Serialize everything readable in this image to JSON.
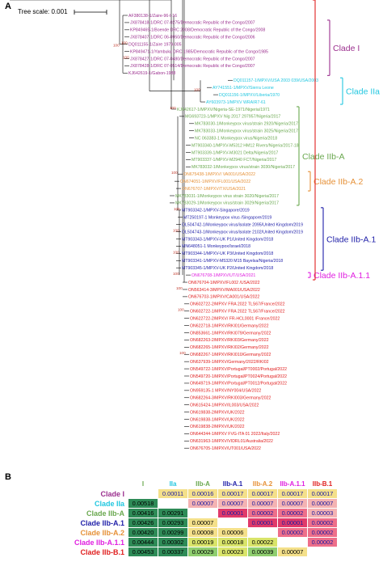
{
  "panel_a_label": "A",
  "panel_b_label": "B",
  "scale_bar_label": "Tree scale: 0.001",
  "colors": {
    "clade_I": "#9b2f8e",
    "clade_IIa": "#22c7e0",
    "clade_IIbA": "#6aa84f",
    "clade_IIbA2": "#e69138",
    "clade_IIbA1": "#1f1fa8",
    "clade_IIbA11": "#e020e0",
    "clade_IIbB1": "#e02020",
    "branch": "#000000",
    "bootstrap": "#c0392b"
  },
  "clades": [
    {
      "key": "clade_I",
      "label": "Clade I"
    },
    {
      "key": "clade_IIa",
      "label": "Clade IIa"
    },
    {
      "key": "clade_IIbA",
      "label": "Clade IIb-A"
    },
    {
      "key": "clade_IIbA2",
      "label": "Clade IIb-A.2"
    },
    {
      "key": "clade_IIbA1",
      "label": "Clade IIb-A.1"
    },
    {
      "key": "clade_IIbA11",
      "label": "Clade IIb-A.1.1"
    },
    {
      "key": "clade_IIbB1",
      "label": "Clade IIb-B.1"
    }
  ],
  "tips": [
    {
      "label": "AF380138-1/Zaire-96-I-16",
      "clade": "clade_I"
    },
    {
      "label": "JX878418-1/DRC 07-0275/Democratic Republic of the Congo/2007",
      "clade": "clade_I"
    },
    {
      "label": "KP849469-1/Boende DRC 2008/Democratic Republic of the Congo/2008",
      "clade": "clade_I"
    },
    {
      "label": "JX878407-1/DRC 06-0950/Democratic Republic of the Congo/2006",
      "clade": "clade_I"
    },
    {
      "label": "DQ011155-1/Zaire 1979-005",
      "clade": "clade_I"
    },
    {
      "label": "KP849471-1/Yambuku DRC 1985/Democratic Republic of the Congo/1985",
      "clade": "clade_I"
    },
    {
      "label": "JX878427-1/DRC 07-0480/Democratic Republic of the Congo/2007",
      "clade": "clade_I"
    },
    {
      "label": "JX878428-1/DRC 07-0514/Democratic Republic of the Congo/2007",
      "clade": "clade_I"
    },
    {
      "label": "KJ642619-1/Gabon-1988",
      "clade": "clade_I"
    },
    {
      "label": "DQ011157-1/MPXV/USA 2003 039/USA/2003",
      "clade": "clade_IIa"
    },
    {
      "label": "AY741551-1/MPXV/Sierra Leone",
      "clade": "clade_IIa"
    },
    {
      "label": "DQ011156-1/MPXV/Liberia/1970",
      "clade": "clade_IIa"
    },
    {
      "label": "AY603973-1/MPXV WRAIR7-61",
      "clade": "clade_IIa"
    },
    {
      "label": "KJ642617-1/MPXV/Nigeria-SE-1971/Nigeria/1971",
      "clade": "clade_IIbA"
    },
    {
      "label": "MG693723-1/MPXV Nig 2017 297957/Nigeria/2017",
      "clade": "clade_IIbA"
    },
    {
      "label": "MK783030-1/Monkeypox virus/strain 2920/Nigeria/2017",
      "clade": "clade_IIbA"
    },
    {
      "label": "MK783033-1/Monkeypox virus/strain 3025/Nigeria/2017",
      "clade": "clade_IIbA"
    },
    {
      "label": "NC 063383-1 Monkeypox virus/Nigeria/2018",
      "clade": "clade_IIbA"
    },
    {
      "label": "MT903340-1/MPXV-M5312 HM12 Rivers/Nigeria/2017-18",
      "clade": "clade_IIbA"
    },
    {
      "label": "MT903339-1/MPXV-M3021 Delta/Nigeria/2017",
      "clade": "clade_IIbA"
    },
    {
      "label": "MT903337-1/MPXV-M2940 FCT/Nigeria/2017",
      "clade": "clade_IIbA"
    },
    {
      "label": "MK783032-1/Monkeypox virus/strain 3030/Nigeria/2017",
      "clade": "clade_IIbA"
    },
    {
      "label": "ON675438-1/MPXV/ VA001/USA/2022",
      "clade": "clade_IIbA2"
    },
    {
      "label": "ON674051-1/MPXV/FL001/USA/2022",
      "clade": "clade_IIbA2"
    },
    {
      "label": "ON676707-1/MPXV/TX/USA/2021",
      "clade": "clade_IIbA2"
    },
    {
      "label": "MK783031-1/Monkeypox virus strain 3020/Nigeria/2017",
      "clade": "clade_IIbA"
    },
    {
      "label": "MK783029-1/Monkeypox virus/strain 3029/Nigeria/2017",
      "clade": "clade_IIbA"
    },
    {
      "label": "MT903342-1/MPXV-Singapore/2019",
      "clade": "clade_IIbA1"
    },
    {
      "label": "MT250197-1 Monkeypox virus /Singapore/2019",
      "clade": "clade_IIbA1"
    },
    {
      "label": "OL504742-1/Monkeypox virus/isolate 2095/United Kingdom/2019",
      "clade": "clade_IIbA1"
    },
    {
      "label": "OL504743-1/Monkeypox virus/isolate 2102/United Kingdom/2019",
      "clade": "clade_IIbA1"
    },
    {
      "label": "MT903343-1/MPXV-UK P1/United Kingdom/2018",
      "clade": "clade_IIbA1"
    },
    {
      "label": "MN648051-1 Monkeypox/Israel/2018",
      "clade": "clade_IIbA1"
    },
    {
      "label": "MT903344-1/MPXV-UK P3/United Kingdom/2018",
      "clade": "clade_IIbA1"
    },
    {
      "label": "MT903341-1/MPXV-M5320 M15 Bayelsa/Nigeria/2018",
      "clade": "clade_IIbA1"
    },
    {
      "label": "MT903345-1/MPXV-UK P2/United Kingdom/2018",
      "clade": "clade_IIbA1"
    },
    {
      "label": "ON676708-1/MPXV/UT/USA/2021",
      "clade": "clade_IIbA11"
    },
    {
      "label": "ON676704-1/MPXV/FL002 /USA/2022",
      "clade": "clade_IIbB1"
    },
    {
      "label": "ON563414-3/MPXV/MA001/USA/2022",
      "clade": "clade_IIbB1"
    },
    {
      "label": "ON676703-1/MPXV/CA001/USA/2022",
      "clade": "clade_IIbB1"
    },
    {
      "label": "ON602722-2/MPXV FRA 2022 TLS67/France/2022",
      "clade": "clade_IIbB1"
    },
    {
      "label": "ON602722-1/MPXV FRA 2022 TLS67/France/2022",
      "clade": "clade_IIbB1"
    },
    {
      "label": "ON622722-2/MPXV/ FR-HCL0001 /France/2022",
      "clade": "clade_IIbB1"
    },
    {
      "label": "ON622718-1/MPXV/RKI01/Germany/2022",
      "clade": "clade_IIbB1"
    },
    {
      "label": "ON853661-1/MPXV/RKI079/Germany/2022",
      "clade": "clade_IIbB1"
    },
    {
      "label": "ON682263-2/MPXV/RKI03/Germany/2022",
      "clade": "clade_IIbB1"
    },
    {
      "label": "ON682265-1/MPXV/RKI02/Germany/2022",
      "clade": "clade_IIbB1"
    },
    {
      "label": "ON682267-1/MPXV/RKI010/Germany/2022",
      "clade": "clade_IIbB1"
    },
    {
      "label": "ON637939-1/MPXV/Germany/2022/RKI02",
      "clade": "clade_IIbB1"
    },
    {
      "label": "ON549722-1/MPXV/Portugal/PT0002/Portugal/2022",
      "clade": "clade_IIbB1"
    },
    {
      "label": "ON549720-1/MPXV/Portugal/PT0024/Portugal/2022",
      "clade": "clade_IIbB1"
    },
    {
      "label": "ON649719-1/MPXV/Portugal/PT0012/Portugal/2022",
      "clade": "clade_IIbB1"
    },
    {
      "label": "ON959135-1 MPXV/NY004/USA/2022",
      "clade": "clade_IIbB1"
    },
    {
      "label": "ON682264-3/MPXV/RKI003/Germany/2022",
      "clade": "clade_IIbB1"
    },
    {
      "label": "ON615424-1/MPXV/IL003/USA/2022",
      "clade": "clade_IIbB1"
    },
    {
      "label": "ON619838-2/MPXV/UK/2022",
      "clade": "clade_IIbB1"
    },
    {
      "label": "ON619838-1/MPXV/UK/2022",
      "clade": "clade_IIbB1"
    },
    {
      "label": "ON619838-2/MPXV/UK/2022",
      "clade": "clade_IIbB1"
    },
    {
      "label": "ON644344-1/MPXV FVG-ITA 01 2022/Italy/2022",
      "clade": "clade_IIbB1"
    },
    {
      "label": "ON631963-1/MPXV/VIDRL01/Australia/2022",
      "clade": "clade_IIbB1"
    },
    {
      "label": "ON676705-1/MPXV/UT001/USA/2022",
      "clade": "clade_IIbB1"
    }
  ],
  "bootstrap_labels": [
    "100",
    "100",
    "100",
    "100",
    "100",
    "100",
    "100",
    "100",
    "100",
    "100",
    "100",
    "100",
    "100",
    "100"
  ],
  "matrix": {
    "columns": [
      "I",
      "IIa",
      "IIb-A",
      "IIb-A.1",
      "IIb-A.2",
      "IIb-A.1.1",
      "IIb-B.1"
    ],
    "rows": [
      {
        "name": "Clade I",
        "cells": [
          "",
          "0.00011",
          "0.00016",
          "0.00017",
          "0.00017",
          "0.00017",
          "0.00017"
        ]
      },
      {
        "name": "Clade IIa",
        "cells": [
          "0.00518",
          "",
          "0.00007",
          "0.00007",
          "0.00007",
          "0.00007",
          "0.00007"
        ]
      },
      {
        "name": "Clade IIb-A",
        "cells": [
          "0.00416",
          "0.00291",
          "",
          "0.00001",
          "0.00002",
          "0.00002",
          "0.00003"
        ]
      },
      {
        "name": "Clade IIb-A.1",
        "cells": [
          "0.00426",
          "0.00293",
          "0.00007",
          "",
          "0.00001",
          "0.00001",
          "0.00002"
        ]
      },
      {
        "name": "Clade IIb-A.2",
        "cells": [
          "0.00420",
          "0.00299",
          "0.00008",
          "0.00006",
          "",
          "0.00002",
          "0.00002"
        ]
      },
      {
        "name": "Clade IIb-A.1.1",
        "cells": [
          "0.00444",
          "0.00302",
          "0.00019",
          "0.00018",
          "0.00022",
          "",
          "0.00002"
        ]
      },
      {
        "name": "Clade IIb-B.1",
        "cells": [
          "0.00453",
          "0.00337",
          "0.00029",
          "0.00023",
          "0.00039",
          "0.00007",
          ""
        ]
      }
    ],
    "row_colors": [
      "#9b2f8e",
      "#22c7e0",
      "#6aa84f",
      "#1f1fa8",
      "#e69138",
      "#e020e0",
      "#e02020"
    ],
    "col_colors": [
      "#6aa84f",
      "#22c7e0",
      "#6aa84f",
      "#1f1fa8",
      "#e69138",
      "#e020e0",
      "#e02020"
    ]
  }
}
